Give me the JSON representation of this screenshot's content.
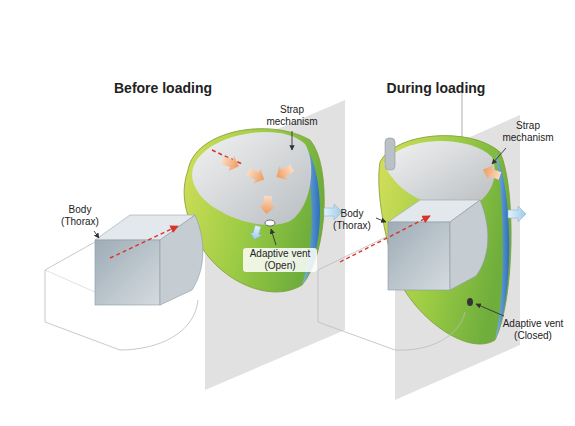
{
  "diagram": {
    "labels": [
      "Before loading",
      "During loading",
      "Strap mechanism",
      "Body (Thorax)",
      "Adaptive vent (Open)",
      "Strap mechanism",
      "Body (Thorax)",
      "Adaptive vent (Closed)"
    ]
  }
}
